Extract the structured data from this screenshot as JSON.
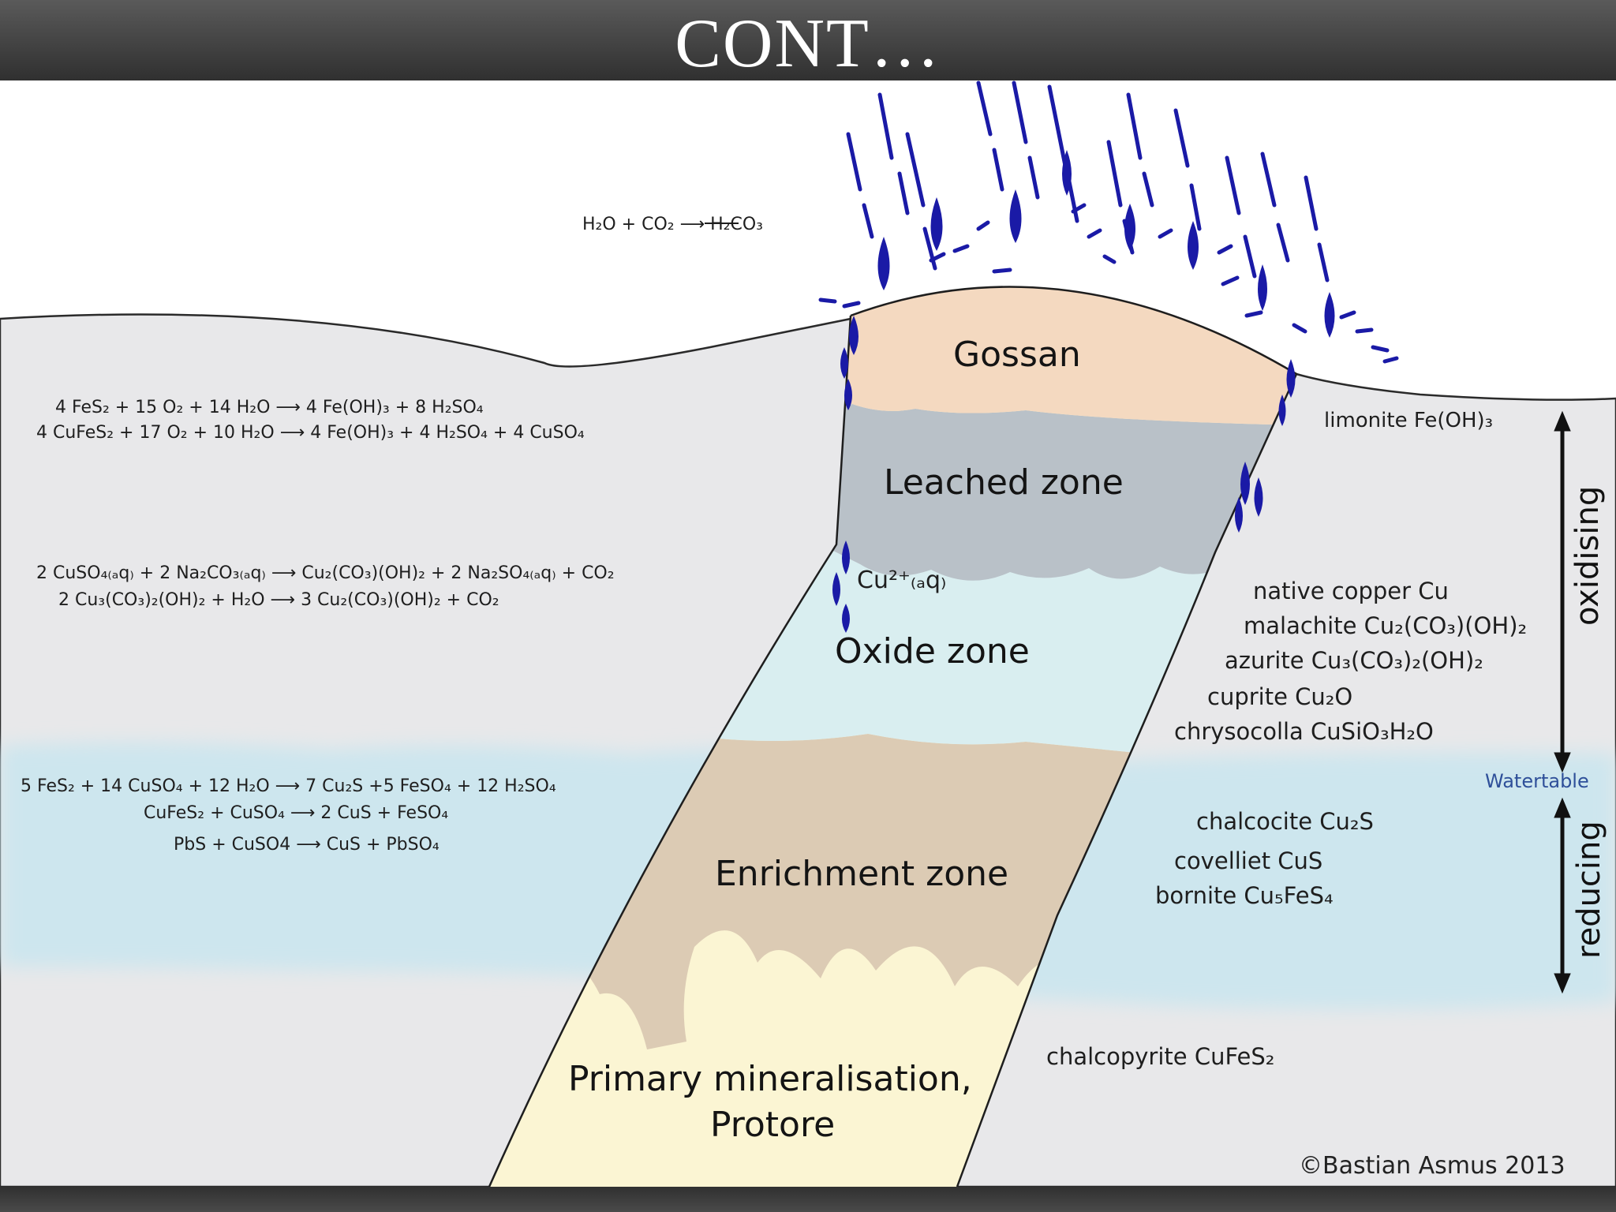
{
  "slide": {
    "title": "CONT…"
  },
  "diagram": {
    "reaction_top": "H₂O + CO₂ ⟶ H₂CO₃",
    "zones": {
      "gossan": "Gossan",
      "leached": "Leached zone",
      "oxide": "Oxide zone",
      "enrichment": "Enrichment zone",
      "primary_line1": "Primary mineralisation,",
      "primary_line2": "Protore"
    },
    "ion_label": "Cu²⁺₍ₐq₎",
    "left_equations": {
      "oxidation": [
        "4 FeS₂ + 15 O₂ + 14 H₂O  ⟶  4 Fe(OH)₃ + 8 H₂SO₄",
        "4 CuFeS₂ + 17 O₂ + 10 H₂O  ⟶  4 Fe(OH)₃ + 4 H₂SO₄ + 4 CuSO₄"
      ],
      "carbonate": [
        "2 CuSO₄₍ₐq₎ + 2 Na₂CO₃₍ₐq₎  ⟶  Cu₂(CO₃)(OH)₂ + 2 Na₂SO₄₍ₐq₎ + CO₂",
        "2 Cu₃(CO₃)₂(OH)₂ + H₂O  ⟶  3 Cu₂(CO₃)(OH)₂ + CO₂"
      ],
      "enrichment": [
        "5 FeS₂ + 14 CuSO₄ + 12 H₂O  ⟶  7 Cu₂S +5 FeSO₄ + 12 H₂SO₄",
        "CuFeS₂ + CuSO₄  ⟶  2 CuS + FeSO₄",
        "PbS + CuSO4  ⟶  CuS + PbSO₄"
      ]
    },
    "minerals": {
      "limonite": "limonite Fe(OH)₃",
      "native_copper": "native copper  Cu",
      "malachite": "malachite  Cu₂(CO₃)(OH)₂",
      "azurite": "azurite  Cu₃(CO₃)₂(OH)₂",
      "cuprite": "cuprite  Cu₂O",
      "chrysocolla": "chrysocolla  CuSiO₃H₂O",
      "chalcocite": "chalcocite Cu₂S",
      "covelliet": "covelliet  CuS",
      "bornite": "bornite  Cu₅FeS₄",
      "chalcopyrite": "chalcopyrite  CuFeS₂"
    },
    "watertable": "Watertable",
    "oxidising": "oxidising",
    "reducing": "reducing",
    "credit": "©Bastian Asmus 2013"
  },
  "colors": {
    "ground": "#e8e8ea",
    "water": "#cde6ee",
    "gossan": "#f4d9c0",
    "leached": "#b9c1c8",
    "oxide": "#d9eef0",
    "enrichment": "#dccbb4",
    "primary": "#fbf5d3",
    "rain": "#1a1aa6"
  }
}
